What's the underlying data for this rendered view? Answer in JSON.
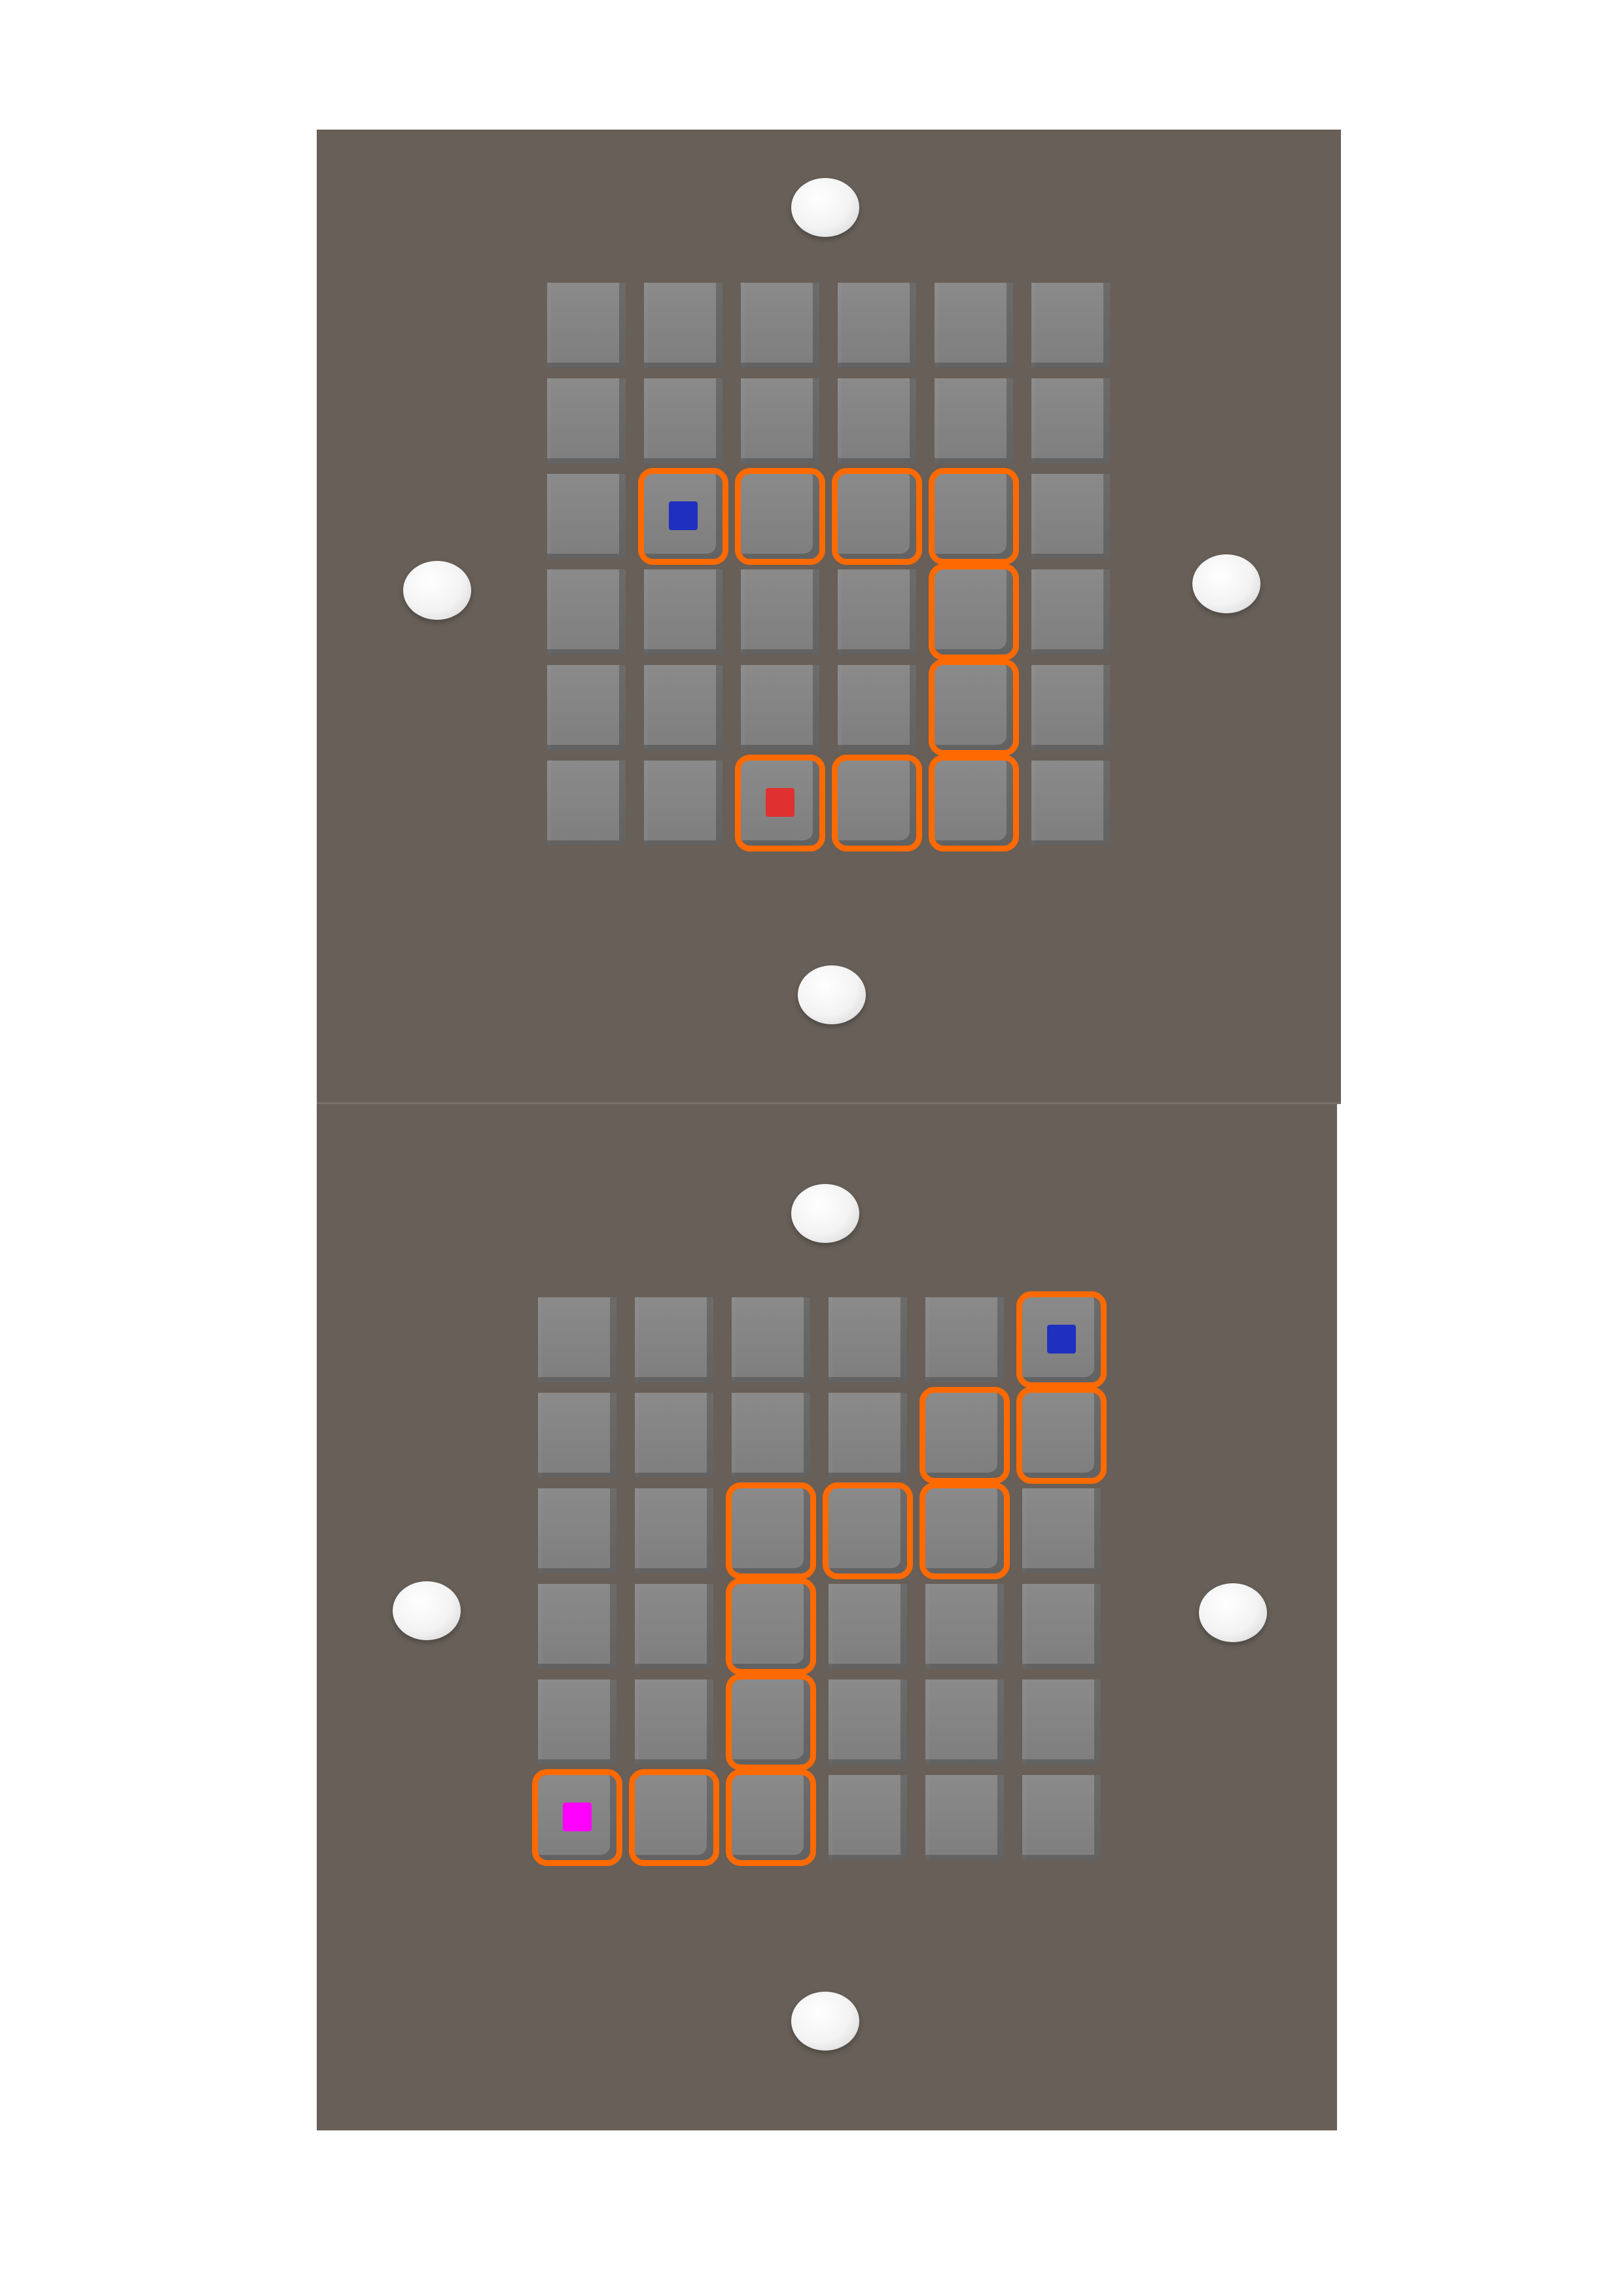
{
  "boards": [
    {
      "name": "top",
      "rows": 6,
      "cols": 6,
      "path": [
        [
          2,
          1
        ],
        [
          2,
          2
        ],
        [
          2,
          3
        ],
        [
          2,
          4
        ],
        [
          3,
          4
        ],
        [
          4,
          4
        ],
        [
          5,
          4
        ],
        [
          5,
          3
        ],
        [
          5,
          2
        ]
      ],
      "markers": [
        {
          "row": 2,
          "col": 1,
          "color": "#1f2fc0",
          "label": "blue-marker"
        },
        {
          "row": 5,
          "col": 2,
          "color": "#e03030",
          "label": "red-marker"
        }
      ]
    },
    {
      "name": "bottom",
      "rows": 6,
      "cols": 6,
      "path": [
        [
          0,
          5
        ],
        [
          1,
          4
        ],
        [
          1,
          5
        ],
        [
          2,
          2
        ],
        [
          2,
          3
        ],
        [
          2,
          4
        ],
        [
          3,
          2
        ],
        [
          4,
          2
        ],
        [
          5,
          0
        ],
        [
          5,
          1
        ],
        [
          5,
          2
        ]
      ],
      "markers": [
        {
          "row": 0,
          "col": 5,
          "color": "#1f2fc0",
          "label": "blue-marker"
        },
        {
          "row": 5,
          "col": 0,
          "color": "#ff00ff",
          "label": "magenta-marker"
        }
      ]
    }
  ],
  "colors": {
    "board": "#675f58",
    "tile": "#828282",
    "path_outline": "#ff6a00",
    "orb": "#f4f4f4"
  }
}
